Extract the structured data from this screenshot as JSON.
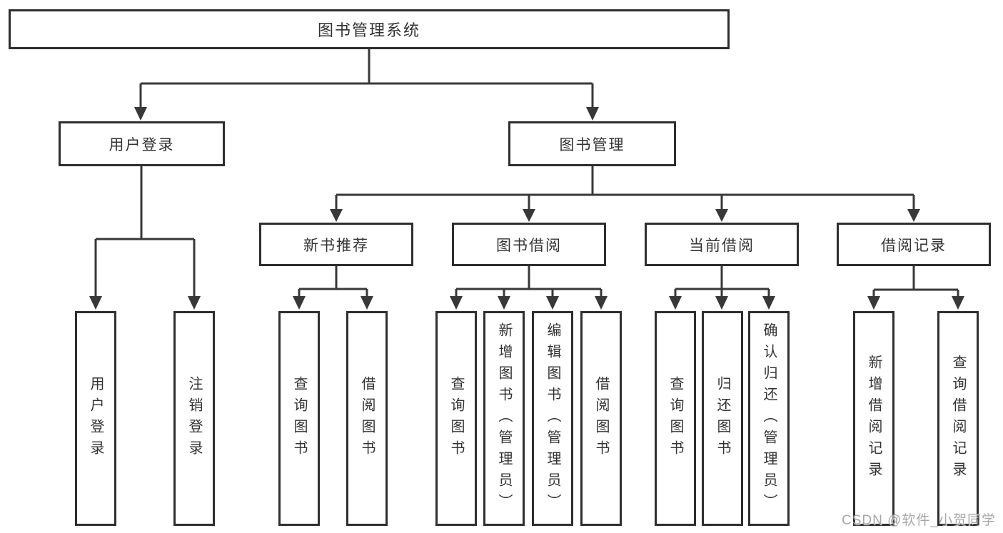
{
  "diagram": {
    "root": "图书管理系统",
    "level2": [
      "用户登录",
      "图书管理"
    ],
    "level3": [
      "新书推荐",
      "图书借阅",
      "当前借阅",
      "借阅记录"
    ],
    "leaves_user_login": [
      "用户登录",
      "注销登录"
    ],
    "leaves_new_books": [
      "查询图书",
      "借阅图书"
    ],
    "leaves_book_borrow": [
      "查询图书",
      "新增图书（管理员）",
      "编辑图书（管理员）",
      "借阅图书"
    ],
    "leaves_current_borrow": [
      "查询图书",
      "归还图书",
      "确认归还（管理员）"
    ],
    "leaves_borrow_records": [
      "新增借阅记录",
      "查询借阅记录"
    ]
  },
  "watermark": "CSDN @软件_小贺同学",
  "colors": {
    "line": "#383838",
    "box_border": "#2e2e2e",
    "text": "#333333",
    "background": "#ffffff",
    "watermark": "#9e9e9e"
  }
}
